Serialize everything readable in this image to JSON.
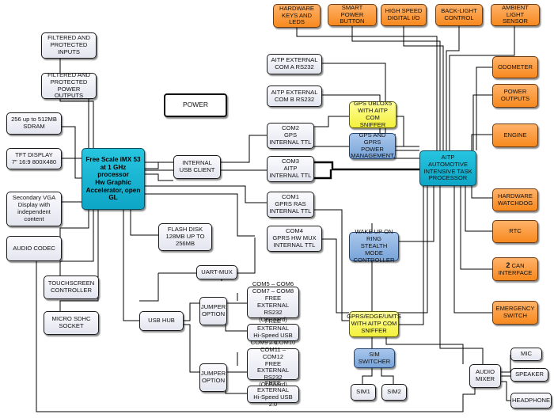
{
  "nodes": {
    "hw_keys": "HARDWARE\nKEYS AND\nLEDS",
    "smart_power": "SMART POWER\nBUTTON",
    "high_speed_io": "HIGH SPEED\nDIGITAL I/O",
    "back_light": "BACK-LIGHT\nCONTROL",
    "ambient_light": "AMBIENT\nLIGHT SENSOR",
    "filtered_inputs": "FILTERED AND\nPROTECTED\nINPUTS",
    "filtered_power_outputs": "FILTERED AND\nPROTECTED\nPOWER OUTPUTS",
    "sdram": "256 up to 512MB\nSDRAM",
    "tft": "TFT DISPLAY\n7\" 16:9 800X480",
    "vga": "Secondary VGA\nDisplay with\nindependent\ncontent",
    "audio_codec": "AUDIO CODEC",
    "touch": "TOUCHSCREEN\nCONTROLLER",
    "sdhc": "MICRO SDHC\nSOCKET",
    "imx": "Free Scale iMX 53\nat 1 GHz processor\nHw Graphic\nAccelerator, open GL",
    "power": "POWER",
    "usb_client": "INTERNAL\nUSB CLIENT",
    "aitp_com_a": "AITP EXTERNAL\nCOM A RS232",
    "aitp_com_b": "AITP EXTERNAL\nCOM B RS232",
    "com2": "COM2\nGPS\nINTERNAL TTL",
    "com3": "COM3\nAITP\nINTERNAL TTL",
    "com1": "COM1\nGPRS RAS\nINTERNAL TTL",
    "com4": "COM4\nGPRS HW MUX\nINTERNAL TTL",
    "flash": "FLASH DISK\n128MB UP TO\n256MB",
    "uart_mux": "UART-MUX",
    "usb_hub": "USB HUB",
    "jumper1": "JUMPER\nOPTION",
    "jumper2": "JUMPER\nOPTION",
    "com5_8": "COM5 – COM6\nCOM7 – COM8\nFREE EXTERNAL\nRS232 (OnBoard)",
    "usb_free1": "FREE EXTERNAL\nHi-Speed USB 2.0",
    "com9_12": "COM9 – COM10\nCOM11 – COM12\nFREE EXTERNAL\nRS232 (OnBoard)",
    "usb_free2": "FREE EXTERNAL\nHi-Speed USB 2.0",
    "gps_ublox": "GPS UBLOX5\nWITH AITP COM\nSNIFFER",
    "gps_gprs_pm": "GPS AND GPRS\nPOWER\nMANAGEMENT",
    "wake_ring": "WAKE UP ON RING\nSTEALTH MODE\nCONTROLLER",
    "gprs_edge": "GPRS/EDGE/UMTS\nWITH AITP COM\nSNIFFER",
    "sim_switcher": "SIM\nSWITCHER",
    "sim1": "SIM1",
    "sim2": "SIM2",
    "aitp": "AITP\nAUTOMOTIVE\nINTENSIVE TASK\nPROCESSOR",
    "odometer": "ODOMETER",
    "power_outputs": "POWER\nOUTPUTS",
    "engine": "ENGINE",
    "watchdog": "HARDWARE\nWATCHDOG",
    "rtc": "RTC",
    "can_num": "2",
    "can_label": "CAN\nINTERFACE",
    "emergency": "EMERGENCY\nSWITCH",
    "audio_mixer": "AUDIO\nMIXER",
    "mic": "MIC",
    "speaker": "SPEAKER",
    "headphone": "HEADPHONE"
  }
}
